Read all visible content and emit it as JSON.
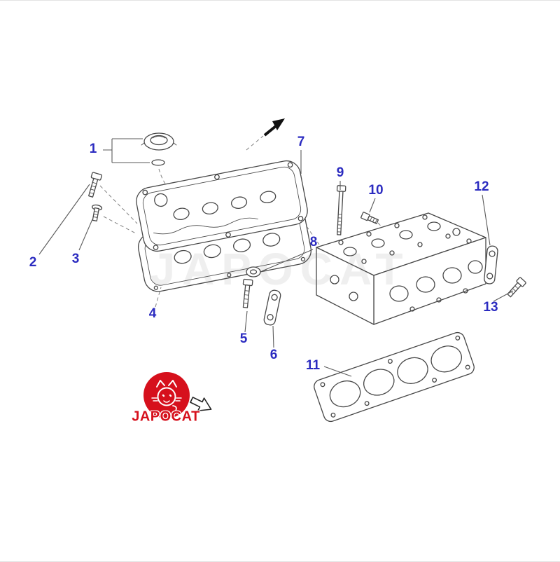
{
  "diagram": {
    "watermark_text": "JAPOCAT",
    "callouts": [
      {
        "num": "1"
      },
      {
        "num": "2"
      },
      {
        "num": "3"
      },
      {
        "num": "4"
      },
      {
        "num": "5"
      },
      {
        "num": "6"
      },
      {
        "num": "7"
      },
      {
        "num": "8"
      },
      {
        "num": "9"
      },
      {
        "num": "10"
      },
      {
        "num": "11"
      },
      {
        "num": "12"
      },
      {
        "num": "13"
      }
    ],
    "colors": {
      "callout_blue": "#2b2bc0",
      "line_gray": "#474747",
      "logo_red": "#d6101c"
    }
  },
  "logo": {
    "text": "JAPOCAT"
  }
}
